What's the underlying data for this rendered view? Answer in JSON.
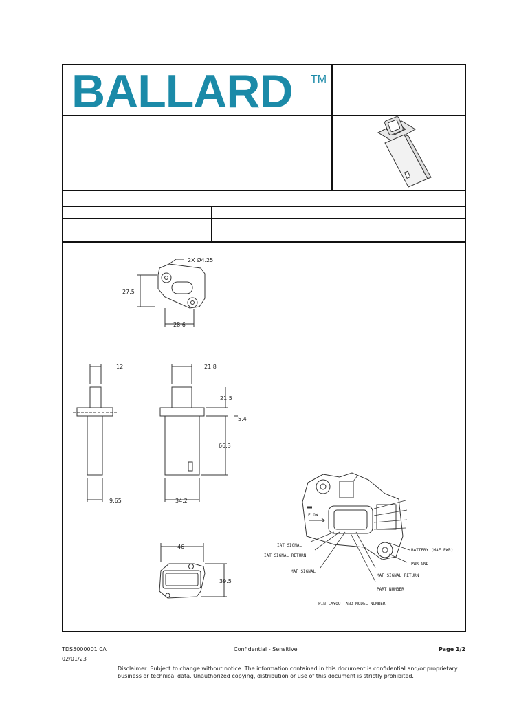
{
  "header": {
    "logo_text": "BALLARD",
    "logo_tm": "TM",
    "logo_color": "#1b8aa8"
  },
  "product_image": {
    "icon": "maf-sensor-image"
  },
  "top_view": {
    "hole_label": "2X Ø4.25",
    "height": "27.5",
    "width": "28.6"
  },
  "side_view": {
    "flange": "12",
    "body": "9.65"
  },
  "front_view": {
    "head_width": "21.8",
    "head_height": "21.5",
    "flange_thickness": "5.4",
    "body_height": "66.3",
    "body_width": "34.2"
  },
  "bottom_view": {
    "width": "46",
    "height": "39.5"
  },
  "pin_layout": {
    "flow": "FLOW",
    "labels": {
      "iat_signal": "IAT SIGNAL",
      "iat_signal_return": "IAT SIGNAL RETURN",
      "maf_signal": "MAF SIGNAL",
      "battery": "BATTERY (MAF PWR)",
      "pwr_gnd": "PWR GND",
      "maf_signal_return": "MAF SIGNAL RETURN",
      "part_number": "PART NUMBER"
    },
    "caption": "PIN LAYOUT AND MODEL NUMBER"
  },
  "footer": {
    "doc_number": "TDS5000001 0A",
    "date": "02/01/23",
    "classification": "Confidential - Sensitive",
    "page": "Page 1/2",
    "disclaimer": "Disclaimer: Subject to change without notice. The information contained in this document is confidential and/or proprietary business or technical data. Unauthorized copying, distribution or use of this document is strictly prohibited."
  }
}
